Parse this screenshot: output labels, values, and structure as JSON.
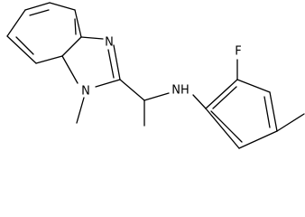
{
  "molecule": {
    "atoms": {
      "n_imidazole": "N",
      "n_methyl": "N",
      "nh_amine": "NH",
      "fluorine": "F"
    },
    "colors": {
      "bond": "#000000",
      "label": "#000000",
      "background": "#ffffff"
    }
  }
}
